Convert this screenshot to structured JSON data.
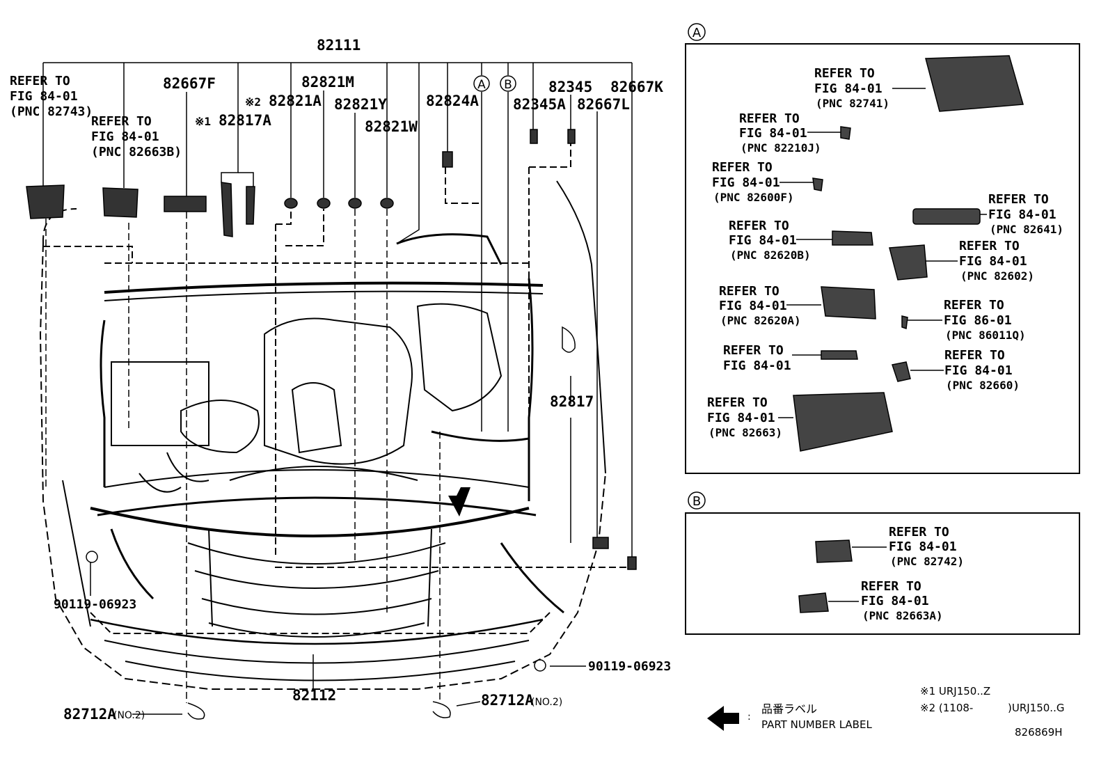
{
  "diagram": {
    "main_parts": {
      "p82111": "82111",
      "p82667F": "82667F",
      "p82821M": "82821M",
      "p82821A": "82821A",
      "p82821Y": "82821Y",
      "p82821W": "82821W",
      "p82817A": "82817A",
      "p82824A": "82824A",
      "p82345": "82345",
      "p82345A": "82345A",
      "p82667K": "82667K",
      "p82667L": "82667L",
      "p82817": "82817",
      "p82112": "82112",
      "p82712A_left": "82712A",
      "p82712A_right": "82712A",
      "bolt_left": "90119-06923",
      "bolt_right": "90119-06923",
      "no2_left": "(NO.2)",
      "no2_right": "(NO.2)",
      "mark1": "※1",
      "mark2": "※2"
    },
    "callouts": {
      "c82743": [
        "REFER TO",
        "FIG 84-01",
        "(PNC 82743)"
      ],
      "c82663B": [
        "REFER TO",
        "FIG 84-01",
        "(PNC 82663B)"
      ]
    },
    "section_A": {
      "marker": "A",
      "refs": [
        [
          "REFER TO",
          "FIG 84-01",
          "(PNC 82741)"
        ],
        [
          "REFER TO",
          "FIG 84-01",
          "(PNC 82210J)"
        ],
        [
          "REFER TO",
          "FIG 84-01",
          "(PNC 82600F)"
        ],
        [
          "REFER TO",
          "FIG 84-01",
          "(PNC 82641)"
        ],
        [
          "REFER TO",
          "FIG 84-01",
          "(PNC 82620B)"
        ],
        [
          "REFER TO",
          "FIG 84-01",
          "(PNC 82602)"
        ],
        [
          "REFER TO",
          "FIG 84-01",
          "(PNC 82620A)"
        ],
        [
          "REFER TO",
          "FIG 86-01",
          "(PNC 86011Q)"
        ],
        [
          "REFER TO",
          "FIG 84-01"
        ],
        [
          "REFER TO",
          "FIG 84-01",
          "(PNC 82660)"
        ],
        [
          "REFER TO",
          "FIG 84-01",
          "(PNC 82663)"
        ]
      ]
    },
    "section_B": {
      "marker": "B",
      "refs": [
        [
          "REFER TO",
          "FIG 84-01",
          "(PNC 82742)"
        ],
        [
          "REFER TO",
          "FIG 84-01",
          "(PNC 82663A)"
        ]
      ]
    },
    "legend": {
      "jp_label": "品番ラベル",
      "en_label": "PART NUMBER LABEL",
      "colon": ":",
      "note1": "※1 URJ150..Z",
      "note2a": "※2 (1108-",
      "note2b": ")URJ150..G",
      "figure_id": "826869H"
    }
  }
}
